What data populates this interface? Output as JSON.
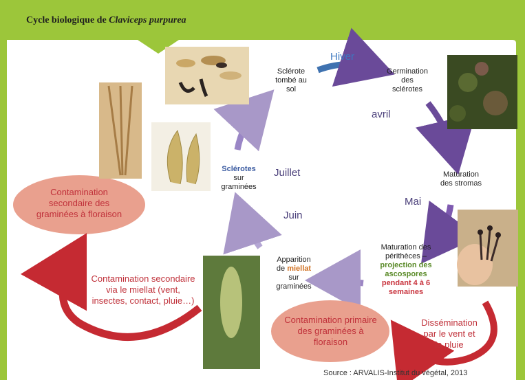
{
  "title": {
    "prefix": "Cycle biologique de",
    "species": "Claviceps purpurea"
  },
  "colors": {
    "header_green": "#9cc63a",
    "purple": "#7a5aa3",
    "blue": "#3f72b0",
    "red": "#c52a32",
    "bubble": "#e9a08e"
  },
  "nodes": {
    "sclerote_sol": [
      "Sclérote",
      "tombé au",
      "sol"
    ],
    "germination": [
      "Germination",
      "des",
      "sclérotes"
    ],
    "maturation_stromas": [
      "Maturation",
      "des stromas"
    ],
    "maturation_peritheces": [
      "Maturation des",
      "périthèces –"
    ],
    "projection": [
      "projection des",
      "ascospores"
    ],
    "duree": [
      "pendant 4 à 6",
      "semaines"
    ],
    "apparition": {
      "line1": "Apparition",
      "de": "de",
      "miellat": "miellat",
      "line3": "sur",
      "line4": "graminées"
    },
    "sclerotes_gram": {
      "bold": "Sclérotes",
      "line2": "sur",
      "line3": "graminées"
    }
  },
  "months": {
    "hiver": "Hiver",
    "avril": "avril",
    "mai": "Mai",
    "juin": "Juin",
    "juillet": "Juillet"
  },
  "contamination": {
    "secondaire_floraison": [
      "Contamination",
      "secondaire des",
      "graminées à floraison"
    ],
    "secondaire_miellat": [
      "Contamination secondaire",
      "via le miellat (vent,",
      "insectes, contact, pluie…)"
    ],
    "primaire": [
      "Contamination primaire",
      "des graminées à",
      "floraison"
    ],
    "dissemination": [
      "Dissémination",
      "par le vent et",
      "la pluie"
    ]
  },
  "source": "Source : ARVALIS-Institut du végétal, 2013"
}
